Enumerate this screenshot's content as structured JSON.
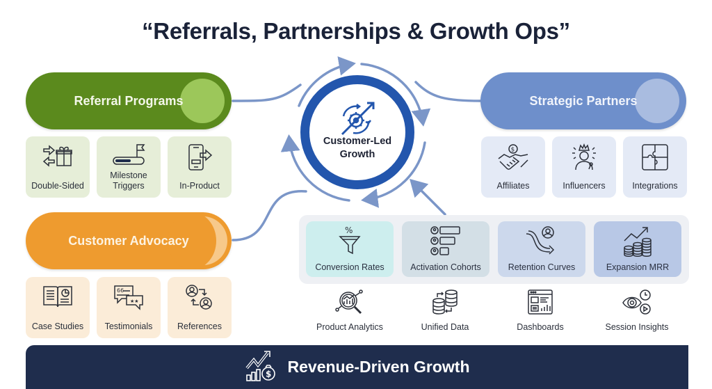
{
  "title": "“Referrals, Partnerships & Growth Ops”",
  "colors": {
    "referral_green": "#5b8a1d",
    "advocacy_orange": "#ee9b2f",
    "partners_blue": "#6e8fcb",
    "hub_blue": "#2356ad",
    "connector_blue": "#7b96c8",
    "banner_navy": "#1f2d4d",
    "title_text": "#1a2238"
  },
  "hub": {
    "icon": "gear-growth-arrows-icon",
    "label_line1": "Customer-Led",
    "label_line2": "Growth"
  },
  "referral_programs": {
    "label": "Referral Programs",
    "items": [
      {
        "label": "Double-Sided",
        "icon": "arrows-gift-icon"
      },
      {
        "label_line1": "Milestone",
        "label_line2": "Triggers",
        "icon": "progress-flag-icon"
      },
      {
        "label": "In-Product",
        "icon": "phone-share-icon"
      }
    ]
  },
  "customer_advocacy": {
    "label": "Customer Advocacy",
    "items": [
      {
        "label": "Case Studies",
        "icon": "open-book-chart-icon"
      },
      {
        "label": "Testimonials",
        "icon": "quote-bubbles-icon"
      },
      {
        "label": "References",
        "icon": "user-exchange-icon"
      }
    ]
  },
  "strategic_partners": {
    "label": "Strategic Partners",
    "items": [
      {
        "label": "Affiliates",
        "icon": "handshake-dollar-icon"
      },
      {
        "label": "Influencers",
        "icon": "crowned-person-icon"
      },
      {
        "label": "Integrations",
        "icon": "puzzle-icon"
      }
    ]
  },
  "metrics": [
    {
      "label": "Conversion Rates",
      "icon": "funnel-percent-icon",
      "bg": "#cdeeee"
    },
    {
      "label": "Activation Cohorts",
      "icon": "user-cohort-bars-icon",
      "bg": "#d3dfe6"
    },
    {
      "label": "Retention Curves",
      "icon": "curve-arrow-user-icon",
      "bg": "#ccd8ec"
    },
    {
      "label": "Expansion MRR",
      "icon": "coins-trend-icon",
      "bg": "#b8c8e6"
    }
  ],
  "tools": [
    {
      "label": "Product Analytics",
      "icon": "magnifier-chart-icon"
    },
    {
      "label": "Unified Data",
      "icon": "database-sync-icon"
    },
    {
      "label": "Dashboards",
      "icon": "dashboard-window-icon"
    },
    {
      "label": "Session Insights",
      "icon": "eye-clock-play-icon"
    }
  ],
  "banner": {
    "label": "Revenue-Driven Growth",
    "icon": "revenue-growth-icon"
  }
}
